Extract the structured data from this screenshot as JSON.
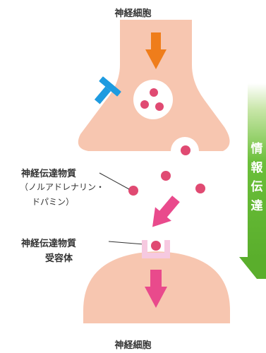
{
  "labels": {
    "top_neuron": "神経細胞",
    "bottom_neuron": "神経細胞",
    "neurotransmitter": "神経伝達物質",
    "neurotransmitter_sub1": "（ノルアドレナリン・",
    "neurotransmitter_sub2": "ドパミン）",
    "receptor_line1": "神経伝達物質",
    "receptor_line2": "受容体",
    "info_transmission": [
      "情",
      "報",
      "伝",
      "達"
    ]
  },
  "colors": {
    "neuron": "#f7c6b0",
    "vesicle_molecule": "#e04a72",
    "arrow_top": "#ef7d1b",
    "arrow_pink": "#e94a8c",
    "transporter": "#1e9be0",
    "receptor": "#f6c9e0",
    "side_arrow": "#6bbf3a"
  },
  "icons": {
    "transporter": "t-shaped-transporter-icon",
    "receptor": "cup-receptor-icon"
  }
}
